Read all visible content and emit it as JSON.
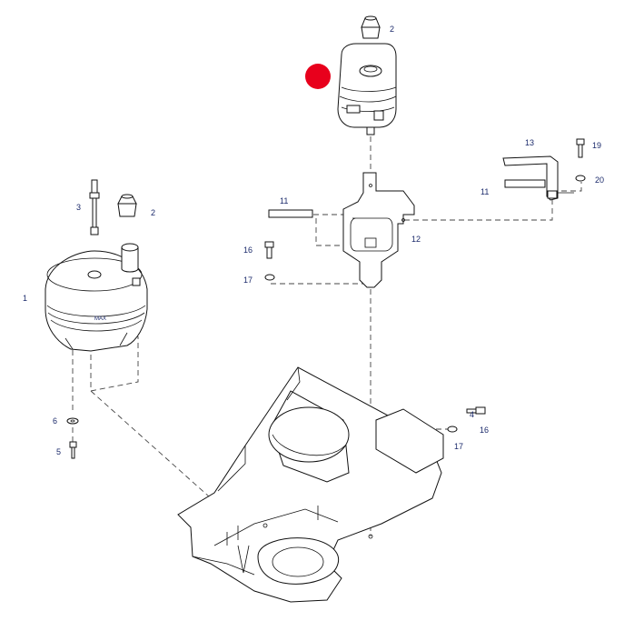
{
  "diagram": {
    "callouts": {
      "c1": "1",
      "c2a": "2",
      "c2b": "2",
      "c3": "3",
      "c4": "4",
      "c5": "5",
      "c6": "6",
      "c11a": "11",
      "c11b": "11",
      "c12": "12",
      "c13": "13",
      "c16a": "16",
      "c16b": "16",
      "c17a": "17",
      "c17b": "17",
      "c19": "19",
      "c20": "20"
    },
    "stamp": "MAX",
    "highlight_marker_color": "#e8001c"
  }
}
